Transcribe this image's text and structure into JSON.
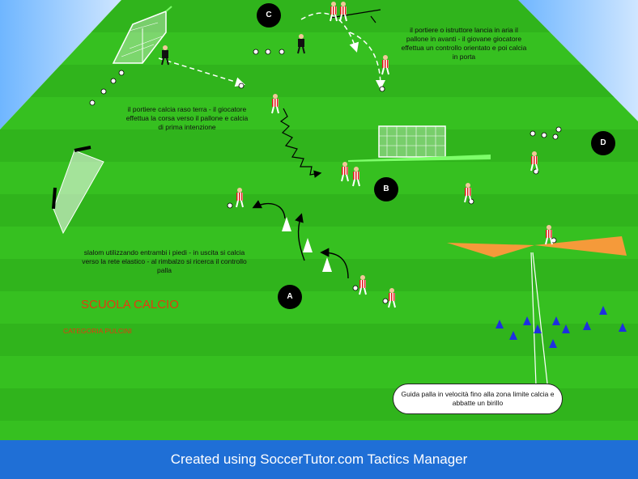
{
  "notes": {
    "goalkeeper_throw": "il portiere o istruttore lancia in aria il pallone  in avanti -  il giovane giocatore effettua un controllo orientato e poi calcia  in porta",
    "goalkeeper_ground": "il portiere calcia raso terra - il giocatore effettua la corsa verso il pallone e calcia di prima intenzione",
    "slalom": "slalom utilizzando  entrambi i piedi  -  in uscita si calcia  verso la rete elastico - al rimbalzo si ricerca il controllo palla",
    "speed_dribble": "Guida palla in velocità fino alla zona limite calcia e abbatte un birillo"
  },
  "stations": {
    "a": "A",
    "b": "B",
    "c": "C",
    "d": "D"
  },
  "title": "SCUOLA  CALCIO",
  "category": "CATEGORIA PULCINI",
  "footer": "Created using SoccerTutor.com Tactics Manager",
  "colors": {
    "pitch_light": "#36c020",
    "pitch_dark": "#2aa817",
    "sky": "#ffffff",
    "footer": "#1f6fd6",
    "cone_orange": "#f59a3a",
    "cone_blue": "#1e2fe0",
    "title": "#e23a10"
  }
}
